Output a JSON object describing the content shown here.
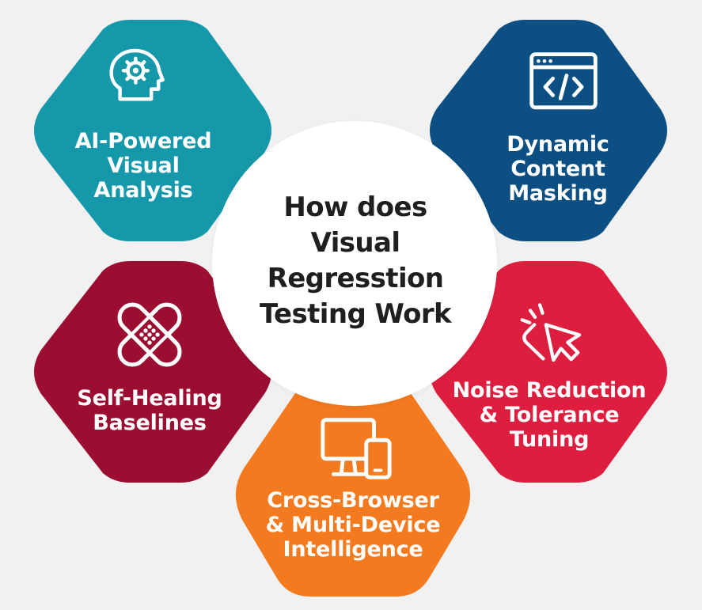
{
  "center": {
    "title_lines": [
      "How does",
      "Visual",
      "Regresstion",
      "Testing Work"
    ]
  },
  "petals": [
    {
      "label_lines": [
        "AI-Powered",
        "Visual",
        "Analysis"
      ],
      "icon": "ai-head-gear-icon",
      "color": "#1698ab"
    },
    {
      "label_lines": [
        "Dynamic",
        "Content",
        "Masking"
      ],
      "icon": "code-window-icon",
      "color": "#0b4f83"
    },
    {
      "label_lines": [
        "Self-Healing",
        "Baselines"
      ],
      "icon": "bandage-icon",
      "color": "#9b0e31"
    },
    {
      "label_lines": [
        "Noise Reduction",
        "& Tolerance",
        "Tuning"
      ],
      "icon": "cursor-click-icon",
      "color": "#dd1e3f"
    },
    {
      "label_lines": [
        "Cross-Browser",
        "& Multi-Device",
        "Intelligence"
      ],
      "icon": "monitor-phone-icon",
      "color": "#f47a1f"
    }
  ]
}
